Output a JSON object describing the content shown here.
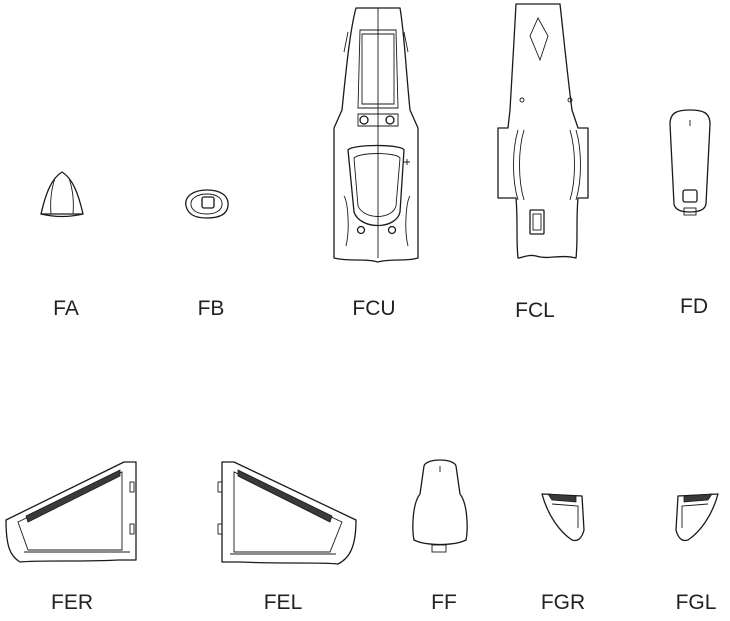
{
  "parts": [
    {
      "id": "fa",
      "label": "FA"
    },
    {
      "id": "fb",
      "label": "FB"
    },
    {
      "id": "fcu",
      "label": "FCU"
    },
    {
      "id": "fcl",
      "label": "FCL"
    },
    {
      "id": "fd",
      "label": "FD"
    },
    {
      "id": "fer",
      "label": "FER"
    },
    {
      "id": "fel",
      "label": "FEL"
    },
    {
      "id": "ff",
      "label": "FF"
    },
    {
      "id": "fgr",
      "label": "FGR"
    },
    {
      "id": "fgl",
      "label": "FGL"
    }
  ],
  "colors": {
    "line": "#1a1a1a",
    "text": "#222222",
    "background": "#ffffff"
  }
}
